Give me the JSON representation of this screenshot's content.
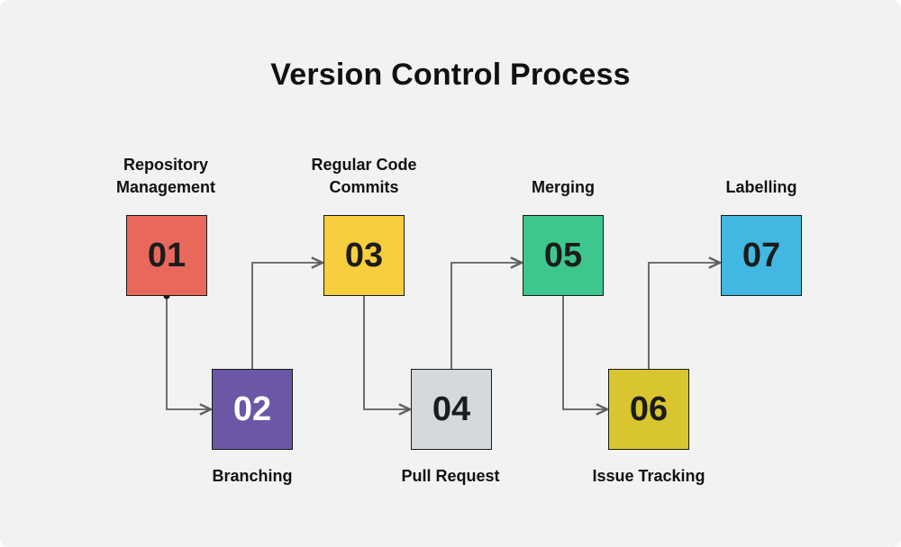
{
  "title": "Version Control Process",
  "colors": {
    "background": "#f2f2f2",
    "box_border": "#1a1a1a",
    "connector": "#5f5f5f",
    "text": "#111111"
  },
  "steps": [
    {
      "number": "01",
      "label": "Repository Management",
      "box_color": "#e8695b",
      "number_color": "#1c1c1c",
      "row": "top"
    },
    {
      "number": "02",
      "label": "Branching",
      "box_color": "#6b57a6",
      "number_color": "#ffffff",
      "row": "bottom"
    },
    {
      "number": "03",
      "label": "Regular Code Commits",
      "box_color": "#f7ce3d",
      "number_color": "#1c1c1c",
      "row": "top"
    },
    {
      "number": "04",
      "label": "Pull Request",
      "box_color": "#d4d9de",
      "number_color": "#1c1c1c",
      "row": "bottom"
    },
    {
      "number": "05",
      "label": "Merging",
      "box_color": "#3ec78d",
      "number_color": "#1c1c1c",
      "row": "top"
    },
    {
      "number": "06",
      "label": "Issue Tracking",
      "box_color": "#d9c52f",
      "number_color": "#1c1c1c",
      "row": "bottom"
    },
    {
      "number": "07",
      "label": "Labelling",
      "box_color": "#41b7e1",
      "number_color": "#1c1c1c",
      "row": "top"
    }
  ],
  "connectors": [
    {
      "from": 1,
      "to": 2,
      "start_dot": true
    },
    {
      "from": 2,
      "to": 3
    },
    {
      "from": 3,
      "to": 4
    },
    {
      "from": 4,
      "to": 5
    },
    {
      "from": 5,
      "to": 6
    },
    {
      "from": 6,
      "to": 7
    }
  ]
}
